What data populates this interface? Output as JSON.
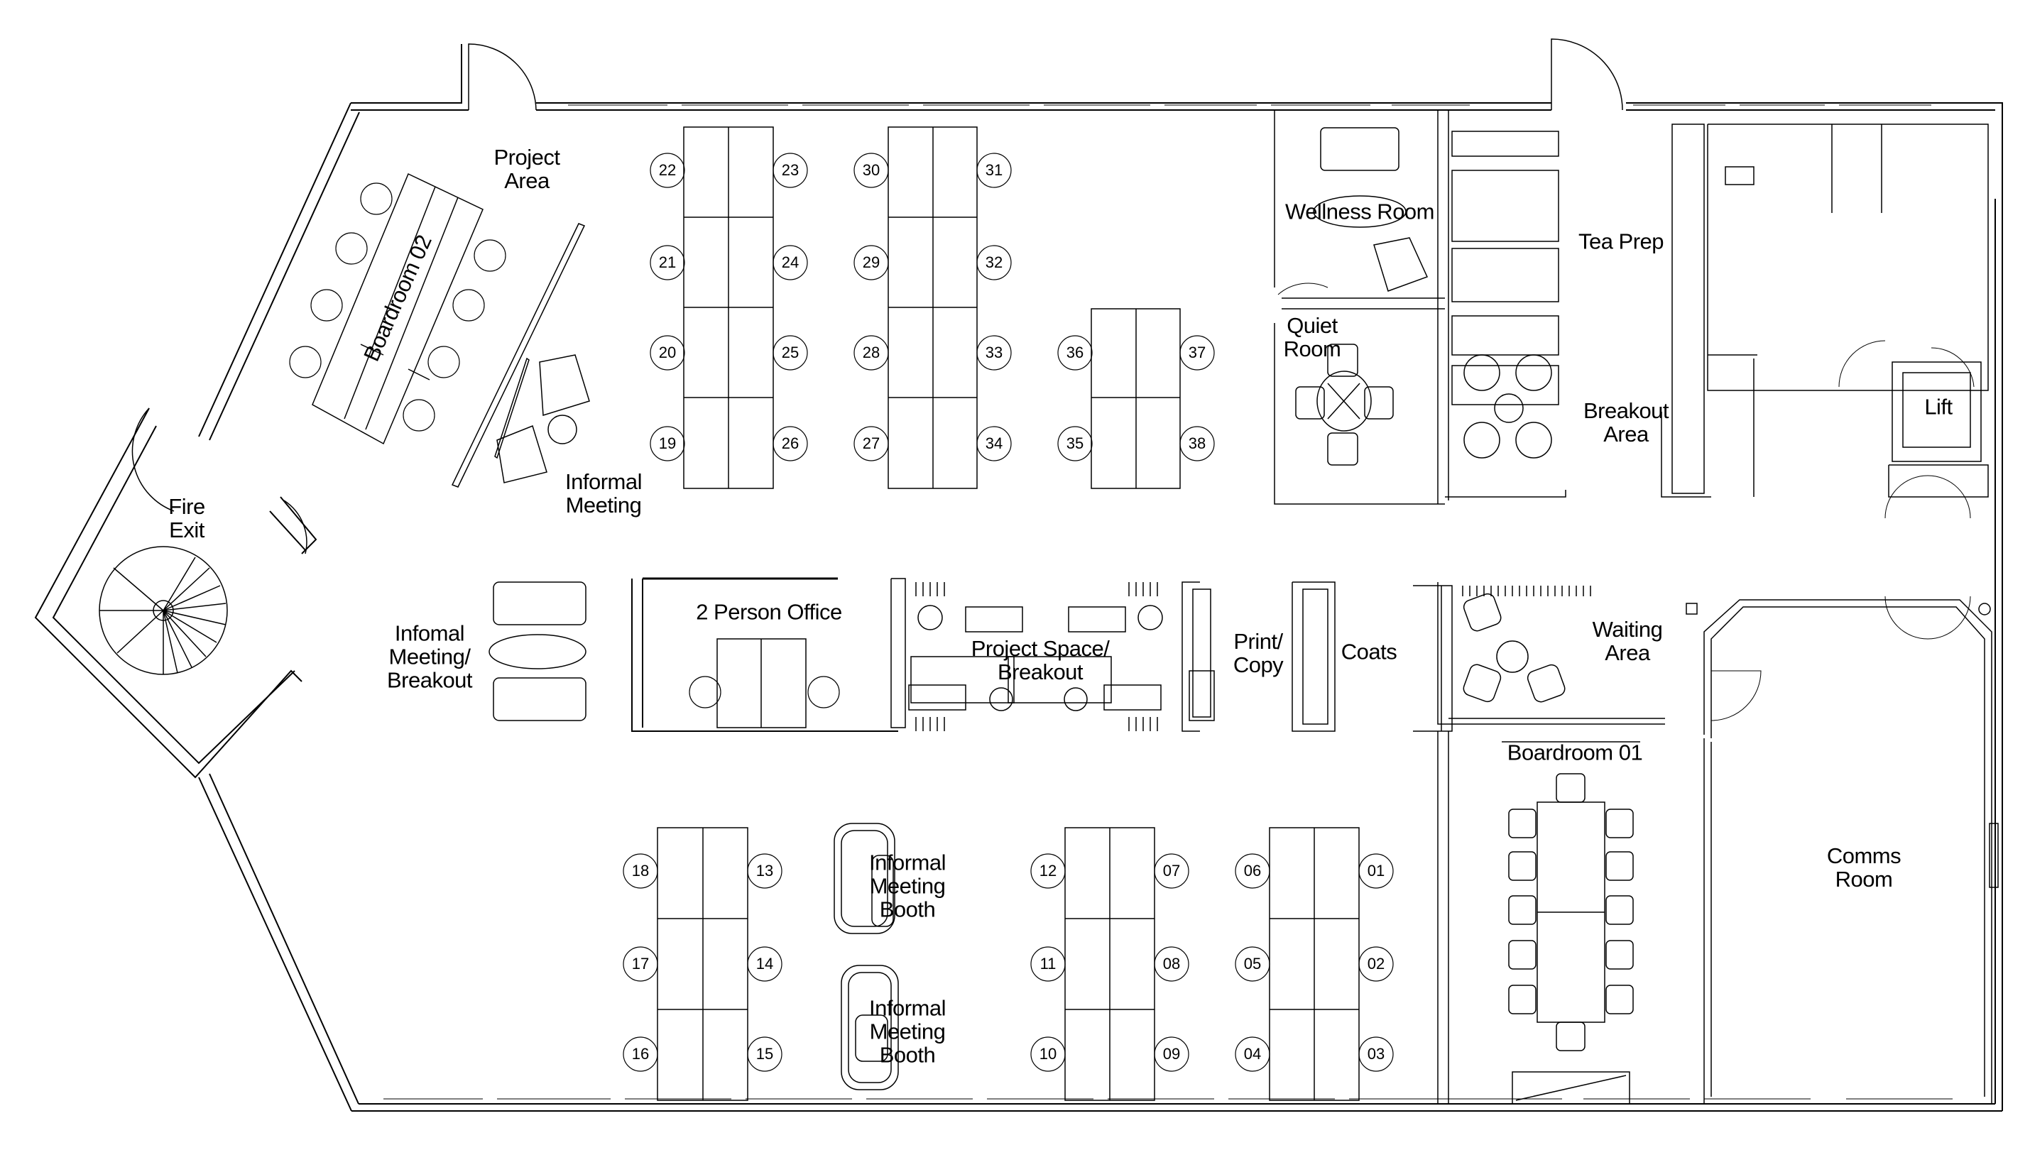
{
  "plan": {
    "line_color": "#000000",
    "background": "#ffffff"
  },
  "rooms": {
    "project_area": "Project\nArea",
    "boardroom_02": "Boardroom 02",
    "informal_meeting": "Informal\nMeeting",
    "fire_exit": "Fire\nExit",
    "informal_meeting_breakout": "Infomal\nMeeting/\nBreakout",
    "two_person_office": "2 Person Office",
    "project_space_breakout": "Project Space/\nBreakout",
    "print_copy": "Print/\nCopy",
    "coats": "Coats",
    "wellness_room": "Wellness Room",
    "quiet_room": "Quiet\nRoom",
    "tea_prep": "Tea Prep",
    "breakout_area": "Breakout\nArea",
    "lift": "Lift",
    "waiting_area": "Waiting\nArea",
    "boardroom_01": "Boardroom 01",
    "comms_room": "Comms\nRoom",
    "booth_1": "Informal\nMeeting\nBooth",
    "booth_2": "Informal\nMeeting\nBooth"
  },
  "desks": {
    "block_a_left": [
      "22",
      "21",
      "20",
      "19"
    ],
    "block_a_right": [
      "23",
      "24",
      "25",
      "26"
    ],
    "block_b_left": [
      "30",
      "29",
      "28",
      "27"
    ],
    "block_b_right": [
      "31",
      "32",
      "33",
      "34"
    ],
    "block_c_left": [
      "36",
      "35"
    ],
    "block_c_right": [
      "37",
      "38"
    ],
    "block_d_left": [
      "18",
      "17",
      "16"
    ],
    "block_d_right": [
      "13",
      "14",
      "15"
    ],
    "block_e_left": [
      "12",
      "11",
      "10"
    ],
    "block_e_right": [
      "07",
      "08",
      "09"
    ],
    "block_f_left": [
      "06",
      "05",
      "04"
    ],
    "block_f_right": [
      "01",
      "02",
      "03"
    ]
  }
}
